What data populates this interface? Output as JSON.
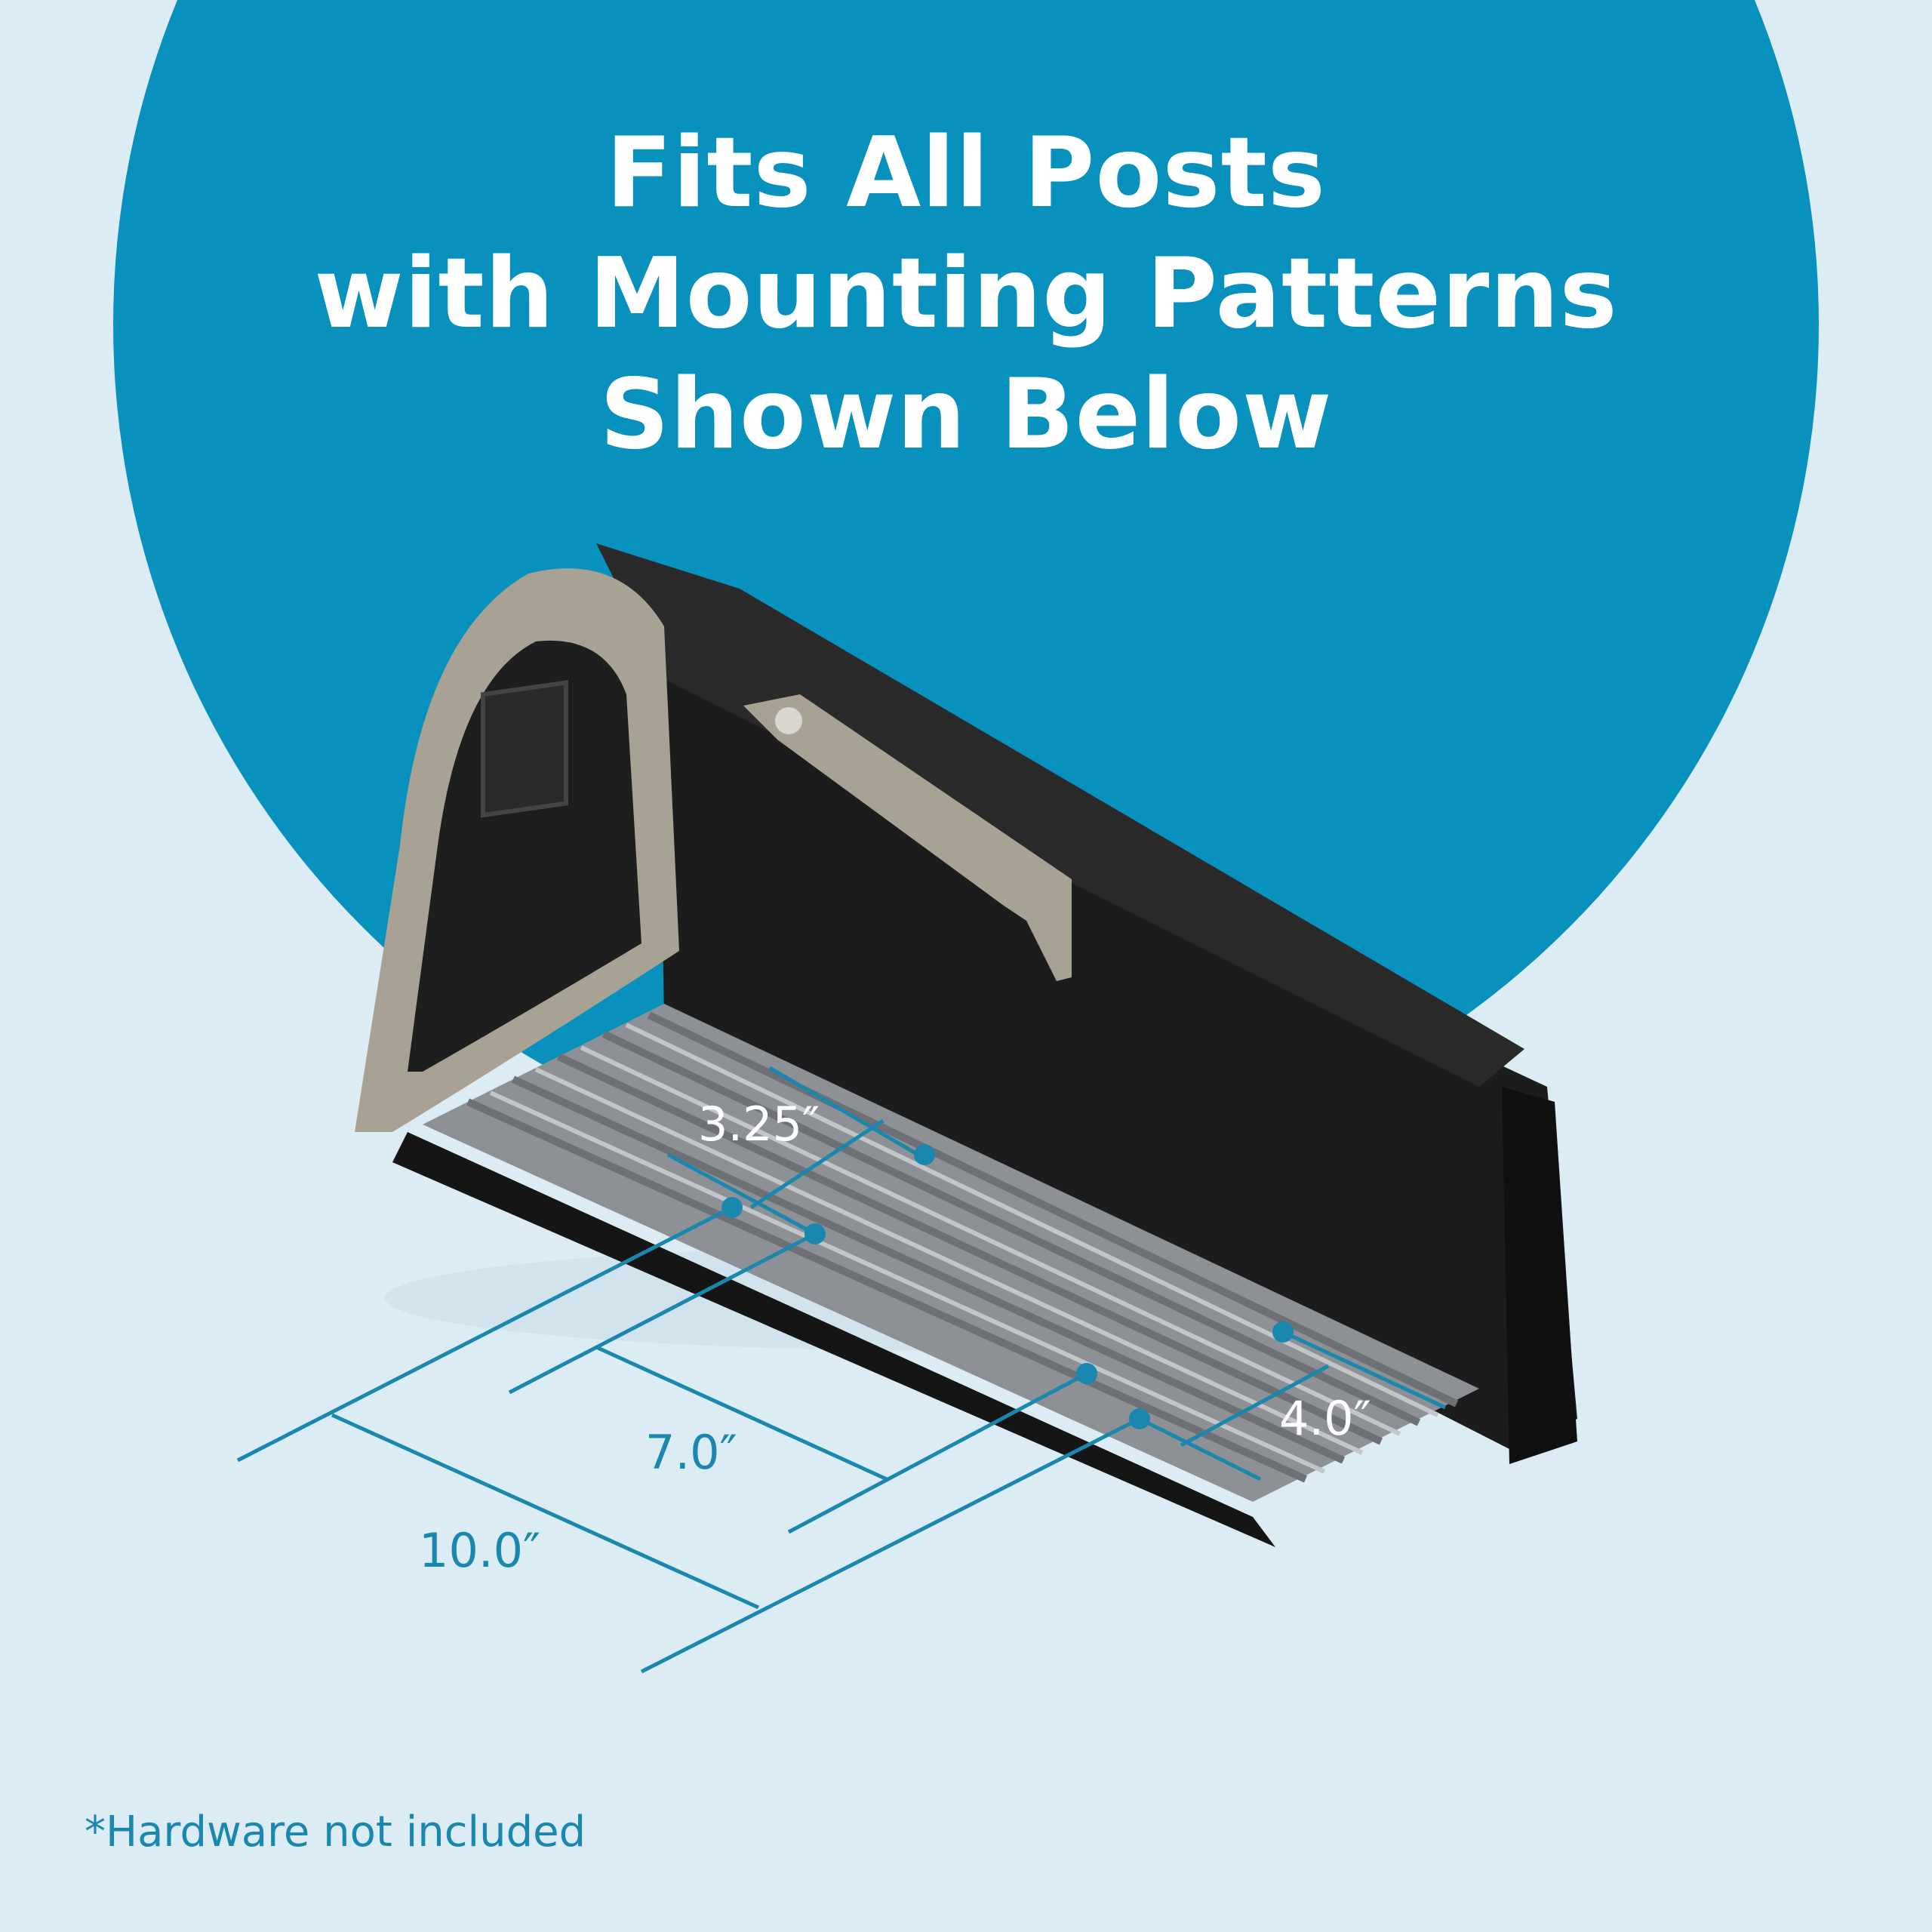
{
  "headline": {
    "line1": "Fits All Posts",
    "line2": "with Mounting Patterns",
    "line3": "Shown Below"
  },
  "dimensions": {
    "d1": "3.25″",
    "d2": "7.0″",
    "d3": "10.0″",
    "d4": "4.0″"
  },
  "footnote": "*Hardware not included",
  "colors": {
    "background": "#dcecf5",
    "circle": "#0991be",
    "dimension_line": "#1a87ae",
    "mailbox_body": "#1b1b1b",
    "mailbox_trim": "#a7a294",
    "mailbox_floor": "#8d9094"
  }
}
